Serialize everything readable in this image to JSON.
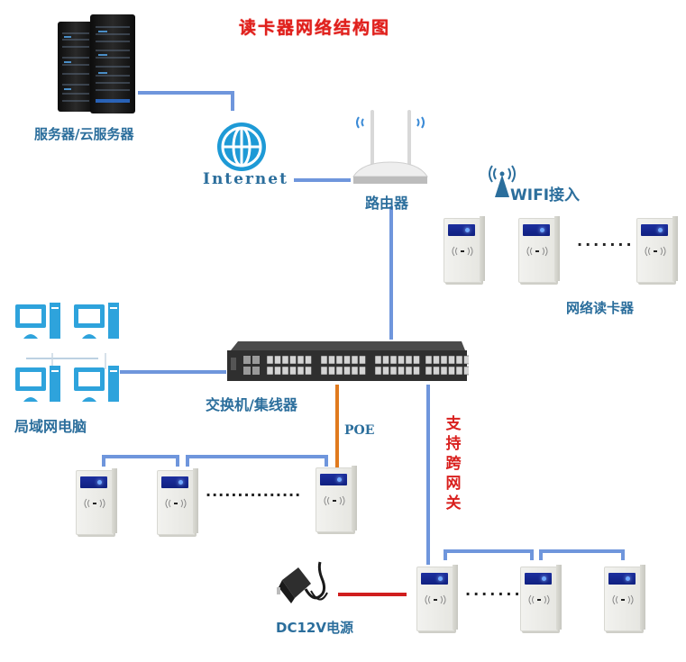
{
  "title": "读卡器网络结构图",
  "nodes": {
    "server": {
      "label": "服务器/云服务器",
      "icon": "server-rack-icon"
    },
    "internet": {
      "label": "Internet",
      "icon": "globe-icon"
    },
    "router": {
      "label": "路由器",
      "icon": "wifi-router-icon"
    },
    "wifi": {
      "label": "WIFI接入",
      "icon": "wifi-antenna-icon"
    },
    "network_readers": {
      "label": "网络读卡器",
      "ellipsis": "·······"
    },
    "lan_pcs": {
      "label": "局域网电脑",
      "icon": "computer-icon"
    },
    "switch": {
      "label": "交换机/集线器",
      "icon": "network-switch-icon"
    },
    "poe": {
      "label": "POE"
    },
    "gateway_note": {
      "chars": [
        "支",
        "持",
        "跨",
        "网",
        "关"
      ]
    },
    "poe_readers": {
      "ellipsis": "···············"
    },
    "power": {
      "label": "DC12V电源",
      "icon": "power-adapter-icon"
    },
    "bottom_readers": {
      "ellipsis": "·······"
    }
  },
  "colors": {
    "title": "#e0201c",
    "label": "#2b6e9c",
    "link": "#6f96dc",
    "poe_link": "#e07a1e",
    "power_link": "#d01e1e",
    "gateway_note": "#d9201e"
  }
}
